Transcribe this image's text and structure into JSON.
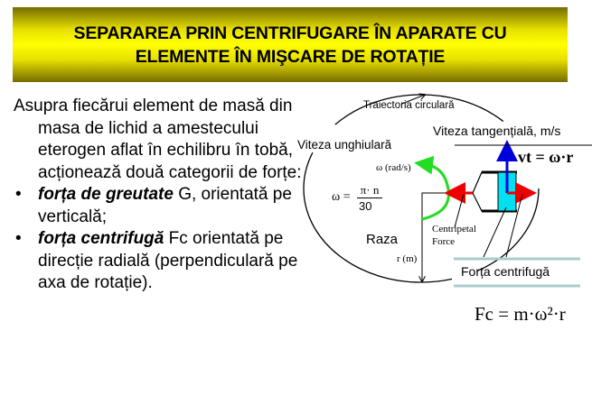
{
  "title": {
    "line1": "SEPARAREA PRIN CENTRIFUGARE ÎN APARATE CU",
    "line2": "ELEMENTE ÎN MIŞCARE DE ROTAȚIE"
  },
  "body": {
    "intro": "Asupra fiecărui element de masă din masa de lichid a amestecului eterogen aflat în echilibru în tobă, acționează două categorii de forțe:",
    "bullets": [
      {
        "term": "forța de greutate",
        "rest": " G, orientată pe verticală;"
      },
      {
        "term": "forța centrifugă",
        "rest": " Fc orientată pe direcție radială (perpendiculară pe axa de rotație)."
      }
    ]
  },
  "diagram": {
    "trajectory": "Traiectoria circulară",
    "angular_speed": "Viteza unghiulară",
    "tangential_speed": "Viteza tangențială, m/s",
    "omega_unit": "ω (rad/s)",
    "omega_lhs": "ω =",
    "omega_num": "π· n",
    "omega_den": "30",
    "radius": "Raza",
    "radius_unit": "r (m)",
    "centripetal1": "Centripetal",
    "centripetal2": "Force",
    "vt_formula": "vt = ω·r",
    "centrifugal_label": "Forța centrifugă",
    "fc_formula": "Fc = m·ω²·r"
  },
  "colors": {
    "velocity": "#0000dd",
    "force": "#ee0000",
    "rotation": "#22dd22",
    "body": "#00e0f0"
  }
}
